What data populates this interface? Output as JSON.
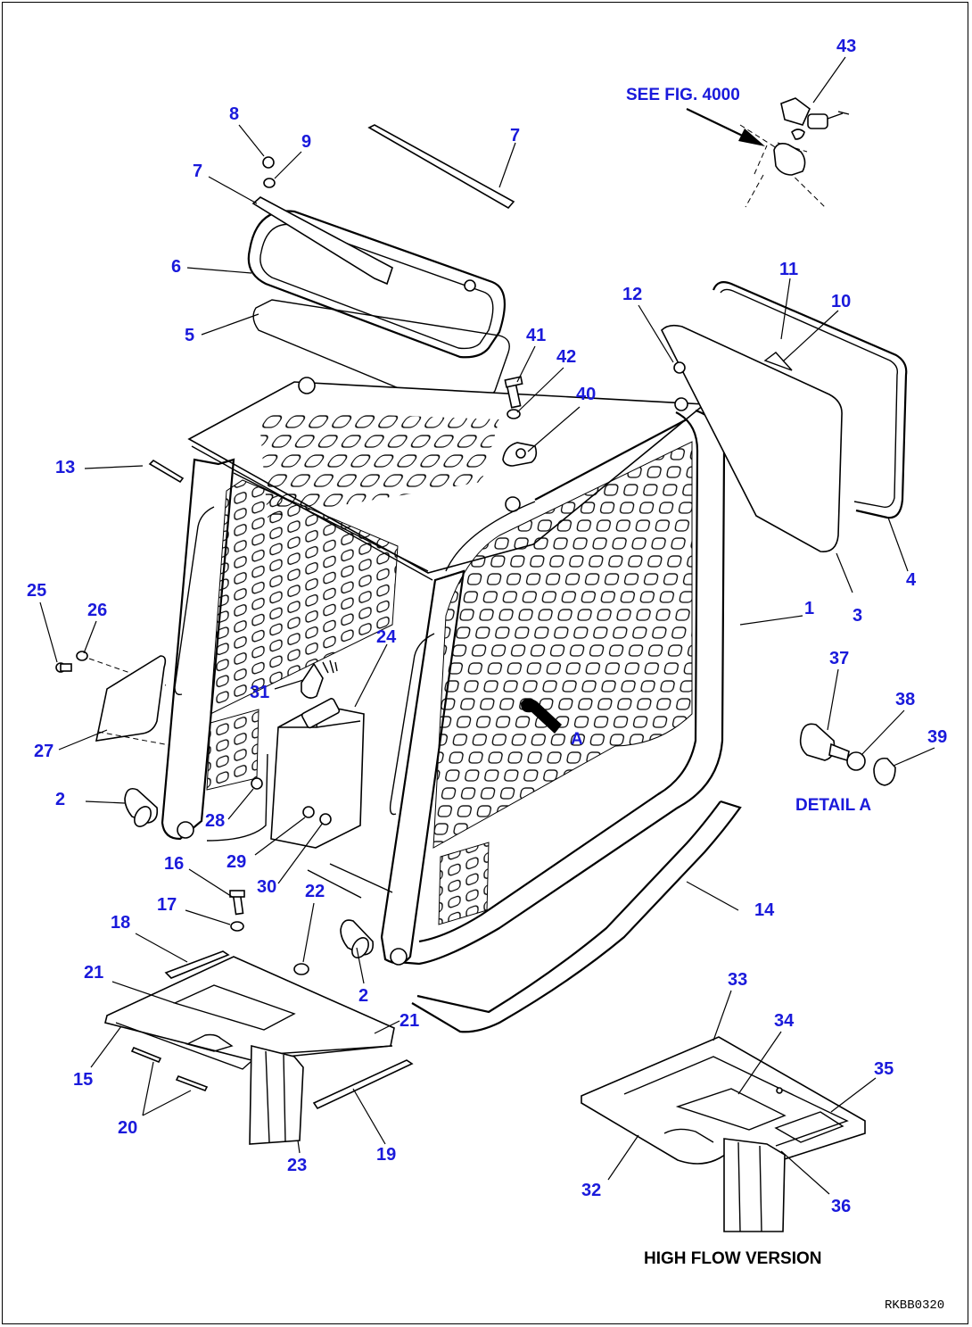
{
  "diagram": {
    "see_fig": "SEE FIG. 4000",
    "detail_label": "DETAIL A",
    "view_marker": "A",
    "variant_label": "HIGH FLOW VERSION",
    "drawing_code": "RKBB0320"
  },
  "callouts": [
    {
      "id": "c1",
      "text": "1"
    },
    {
      "id": "c2a",
      "text": "2"
    },
    {
      "id": "c2b",
      "text": "2"
    },
    {
      "id": "c3",
      "text": "3"
    },
    {
      "id": "c4",
      "text": "4"
    },
    {
      "id": "c5",
      "text": "5"
    },
    {
      "id": "c6",
      "text": "6"
    },
    {
      "id": "c7a",
      "text": "7"
    },
    {
      "id": "c7b",
      "text": "7"
    },
    {
      "id": "c8",
      "text": "8"
    },
    {
      "id": "c9",
      "text": "9"
    },
    {
      "id": "c10",
      "text": "10"
    },
    {
      "id": "c11",
      "text": "11"
    },
    {
      "id": "c12",
      "text": "12"
    },
    {
      "id": "c13",
      "text": "13"
    },
    {
      "id": "c14",
      "text": "14"
    },
    {
      "id": "c15",
      "text": "15"
    },
    {
      "id": "c16",
      "text": "16"
    },
    {
      "id": "c17",
      "text": "17"
    },
    {
      "id": "c18",
      "text": "18"
    },
    {
      "id": "c19",
      "text": "19"
    },
    {
      "id": "c20",
      "text": "20"
    },
    {
      "id": "c21a",
      "text": "21"
    },
    {
      "id": "c21b",
      "text": "21"
    },
    {
      "id": "c22",
      "text": "22"
    },
    {
      "id": "c23",
      "text": "23"
    },
    {
      "id": "c24",
      "text": "24"
    },
    {
      "id": "c25",
      "text": "25"
    },
    {
      "id": "c26",
      "text": "26"
    },
    {
      "id": "c27",
      "text": "27"
    },
    {
      "id": "c28",
      "text": "28"
    },
    {
      "id": "c29",
      "text": "29"
    },
    {
      "id": "c30",
      "text": "30"
    },
    {
      "id": "c31",
      "text": "31"
    },
    {
      "id": "c32",
      "text": "32"
    },
    {
      "id": "c33",
      "text": "33"
    },
    {
      "id": "c34",
      "text": "34"
    },
    {
      "id": "c35",
      "text": "35"
    },
    {
      "id": "c36",
      "text": "36"
    },
    {
      "id": "c37",
      "text": "37"
    },
    {
      "id": "c38",
      "text": "38"
    },
    {
      "id": "c39",
      "text": "39"
    },
    {
      "id": "c40",
      "text": "40"
    },
    {
      "id": "c41",
      "text": "41"
    },
    {
      "id": "c42",
      "text": "42"
    },
    {
      "id": "c43",
      "text": "43"
    }
  ],
  "colors": {
    "callout": "#1a1adb",
    "line": "#000000",
    "background": "#ffffff"
  }
}
